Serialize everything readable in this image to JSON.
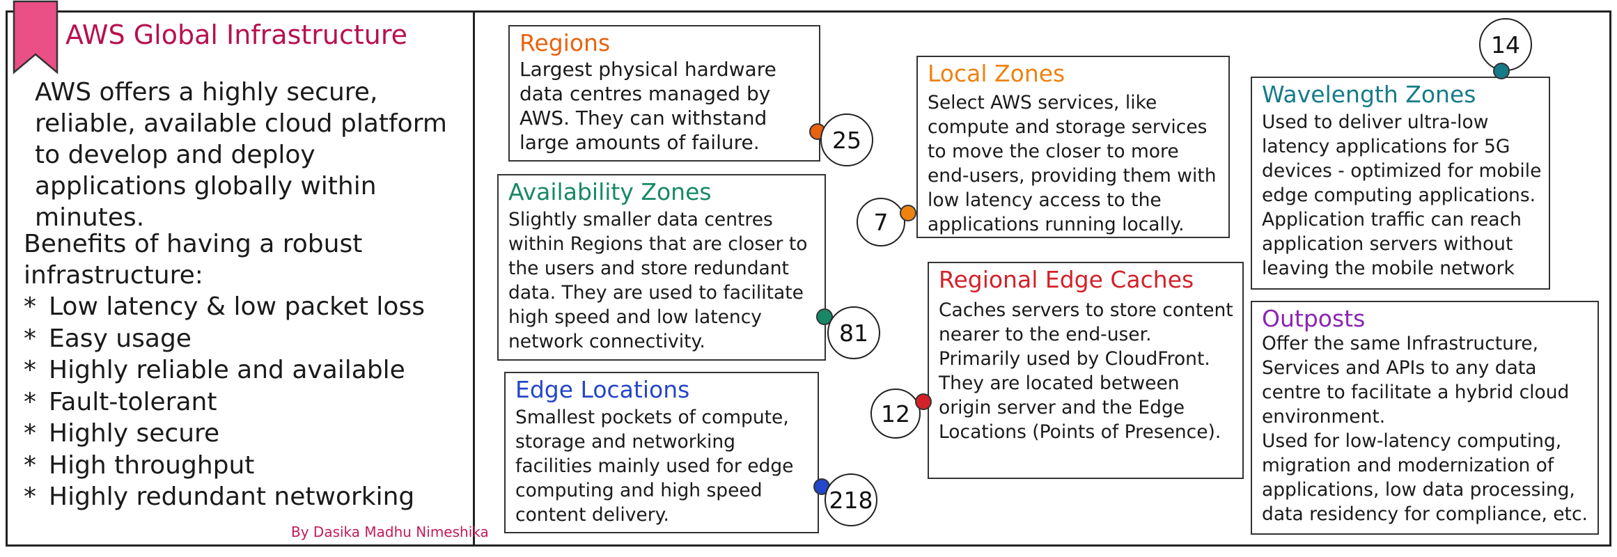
{
  "colors": {
    "title": "#b7114f",
    "ribbon": "#ea4f86",
    "credit": "#c21a5a",
    "regions": "#e8620f",
    "availability_zones": "#178866",
    "edge_locations": "#2446c8",
    "local_zones": "#ee8210",
    "regional_edge_caches": "#d32129",
    "wavelength_zones": "#167b88",
    "outposts": "#8a25b3"
  },
  "header": {
    "title": "AWS Global Infrastructure",
    "icon": "bookmark-ribbon-icon"
  },
  "intro": "AWS offers a highly secure, reliable, available cloud platform to develop and deploy applications globally within minutes.",
  "benefits": {
    "heading": "Benefits of having a robust infrastructure:",
    "bullet": "*",
    "items": [
      "Low latency & low packet loss",
      "Easy usage",
      "Highly reliable and available",
      "Fault-tolerant",
      "Highly secure",
      "High throughput",
      "Highly redundant networking"
    ]
  },
  "credit": "By Dasika Madhu Nimeshika",
  "components": {
    "regions": {
      "title": "Regions",
      "description": "Largest physical hardware data centres managed by AWS. They can withstand large amounts of failure.",
      "count": "25"
    },
    "availability_zones": {
      "title": "Availability Zones",
      "description": "Slightly smaller data centres within Regions that are closer to the users and store redundant data. They are used to facilitate high speed and low latency network connectivity.",
      "count": "81"
    },
    "edge_locations": {
      "title": "Edge Locations",
      "description": "Smallest pockets of compute, storage and networking facilities mainly used for edge computing and high speed content delivery.",
      "count": "218"
    },
    "local_zones": {
      "title": "Local Zones",
      "description": "Select AWS services, like compute and storage services to move the closer to more end-users, providing them with low latency access to the applications running locally.",
      "count": "7"
    },
    "regional_edge_caches": {
      "title": "Regional Edge Caches",
      "description": "Caches servers to store content nearer to the end-user. Primarily used by CloudFront. They are located between origin server and the Edge Locations (Points of Presence).",
      "count": "12"
    },
    "wavelength_zones": {
      "title": "Wavelength Zones",
      "description": "Used to deliver ultra-low latency applications for 5G devices - optimized for mobile edge computing applications. Application traffic can reach application servers without leaving the mobile network",
      "count": "14"
    },
    "outposts": {
      "title": "Outposts",
      "description_1": "Offer the same Infrastructure, Services and APIs to any data centre to facilitate a hybrid cloud environment.",
      "description_2": "Used for low-latency computing, migration and modernization of applications, low data processing, data residency for compliance, etc."
    }
  }
}
